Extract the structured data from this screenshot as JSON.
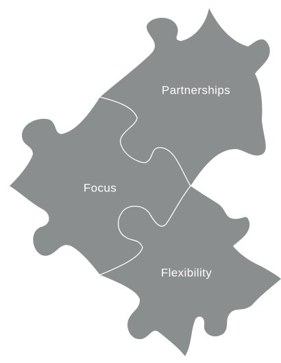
{
  "diagram": {
    "fill_color": "#8b8e8e",
    "seam_color": "#ffffff",
    "pieces": [
      {
        "id": "partnerships",
        "label": "Partnerships"
      },
      {
        "id": "focus",
        "label": "Focus"
      },
      {
        "id": "flexibility",
        "label": "Flexibility"
      }
    ]
  }
}
